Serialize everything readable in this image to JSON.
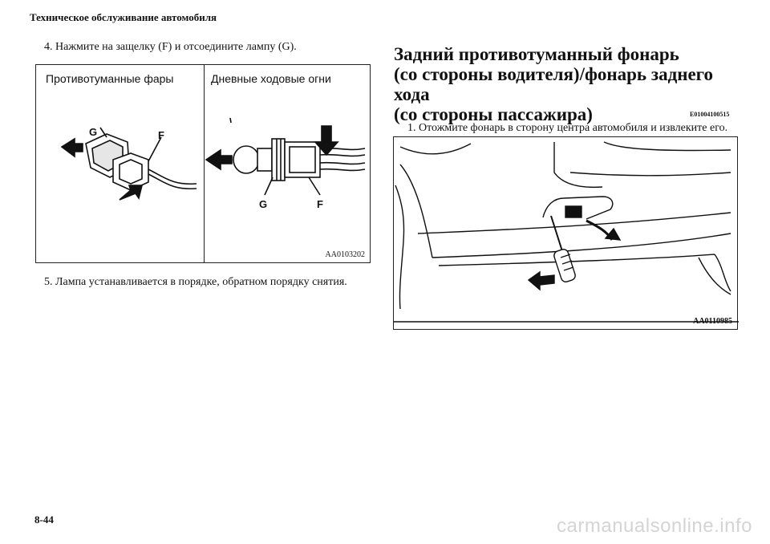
{
  "header": "Техническое обслуживание автомобиля",
  "left": {
    "step4": "4. Нажмите на защелку (F) и отсоедините лампу (G).",
    "figure": {
      "left_caption": "Противотуманные фары",
      "right_caption": "Дневные ходовые огни",
      "left_labels": [
        "G",
        "F"
      ],
      "right_labels": [
        "G",
        "F"
      ],
      "code": "AA0103202"
    },
    "step5": "5. Лампа устанавливается в порядке, обратном порядку снятия."
  },
  "right": {
    "title_lines": [
      "Задний противотуманный фонарь",
      "(со стороны водителя)/фонарь заднего хода",
      "(со стороны пассажира)"
    ],
    "code_id": "E01004100515",
    "step1": "1. Отожмите фонарь в сторону центра автомобиля и извлеките его.",
    "figure_code": "AA0110985"
  },
  "page_number": "8-44",
  "watermark": "carmanualsonline.info"
}
